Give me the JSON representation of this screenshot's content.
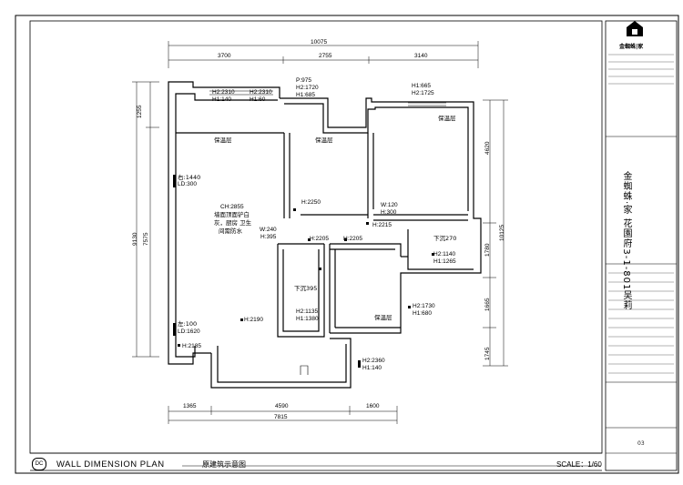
{
  "dims_top": {
    "total": "10075",
    "a": "3700",
    "b": "2755",
    "c": "3140"
  },
  "dims_bottom": {
    "a": "1365",
    "b": "4590",
    "c": "1600",
    "total": "7815"
  },
  "dims_left": {
    "a": "1255",
    "b": "7575",
    "total": "9130"
  },
  "dims_right": {
    "a": "4620",
    "b": "1780",
    "c": "1665",
    "d": "1745",
    "total": "10125"
  },
  "labels": {
    "p975": "P:975",
    "h1720": "H2:1720",
    "h1685": "H1:685",
    "h2310a": "H2:2310",
    "h1140a": "H1:140",
    "h2310b": "H2:2310",
    "h160": "H1:60",
    "h1665": "H1:665",
    "h1725": "H2:1725",
    "bao1": "保温层",
    "bao2": "保温层",
    "bao3": "保温层",
    "bao4": "保温层",
    "you1440": "右:1440",
    "ld300": "LD:300",
    "ch": "CH:2855",
    "note1": "墙面顶面铲白",
    "note2": "灰，厨房 卫生",
    "note3": "间需防水",
    "h2250": "H:2250",
    "w120": "W:120",
    "h300": "H:300",
    "w240": "W:240",
    "h395": "H:395",
    "h2215": "H:2215",
    "h2205a": "H:2205",
    "h2205b": "H:2205",
    "xiachen270": "下沉270",
    "h1140b": "H2:1140",
    "h1265": "H1:1265",
    "xiachen395": "下沉395",
    "h1135": "H2:1135",
    "h1380": "H1:1380",
    "h1730": "H2:1730",
    "h680": "H1:680",
    "zuo100": "左:100",
    "ld1620": "LD:1620",
    "h2190": "H:2190",
    "h2185": "H:2185",
    "h2360": "H2:2360",
    "h1140c": "H1:140"
  },
  "footer": {
    "badge": "DC",
    "title": "WALL DIMENSION PLAN",
    "title_cn": "原建筑示意图",
    "scale": "SCALE：1/60"
  },
  "titleblock": {
    "brand": "金蜘蛛|家",
    "project_vertical": "金蜘蛛·家 花園府3-1-801吴莉",
    "page_no": "03"
  }
}
